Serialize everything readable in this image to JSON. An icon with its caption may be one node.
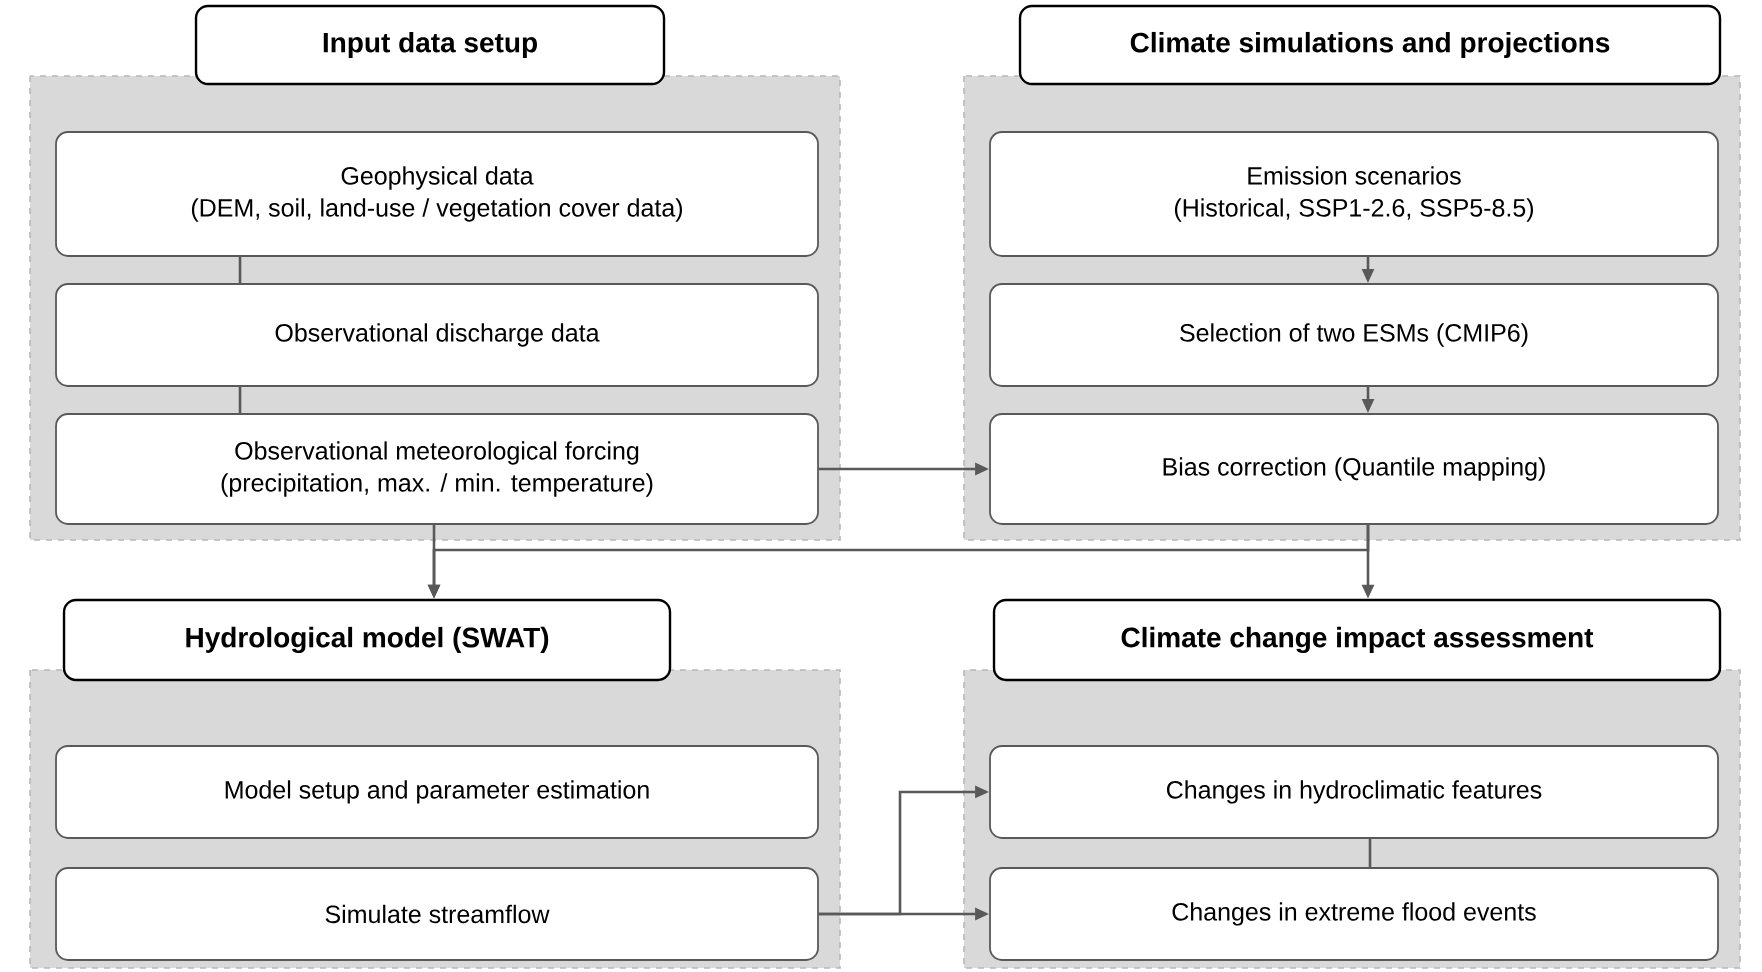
{
  "diagram": {
    "nodes": [
      {
        "text": [
          "Input data setup"
        ]
      },
      {
        "text": [
          "Geophysical data",
          "(DEM, soil, land-use / vegetation cover data)"
        ],
        "in": 0
      },
      {
        "text": [
          "Observational discharge data"
        ],
        "in": 0
      },
      {
        "text": [
          "Observational meteorological forcing",
          "(precipitation, max. / min. temperature)"
        ],
        "in": 0
      },
      {
        "text": [
          "Climate simulations and projections"
        ]
      },
      {
        "text": [
          "Emission scenarios",
          "(Historical, SSP1-2.6, SSP5-8.5)"
        ],
        "in": 4
      },
      {
        "text": [
          "Selection of two ESMs (CMIP6)"
        ],
        "in": 4
      },
      {
        "text": [
          "Bias correction (Quantile mapping)"
        ],
        "in": 4
      },
      {
        "text": [
          "Hydrological model (SWAT)"
        ]
      },
      {
        "text": [
          "Model setup and parameter estimation"
        ],
        "in": 8
      },
      {
        "text": [
          "Simulate streamflow"
        ],
        "in": 8
      },
      {
        "text": [
          "Climate change impact assessment"
        ]
      },
      {
        "text": [
          "Changes in hydroclimatic features"
        ],
        "in": 11
      },
      {
        "text": [
          "Changes in extreme flood events"
        ],
        "in": 11
      }
    ],
    "edges": [
      {
        "from": 1,
        "to": 2,
        "arrow": "none"
      },
      {
        "from": 2,
        "to": 3,
        "arrow": "none"
      },
      {
        "from": 5,
        "to": 6,
        "arrow": "to"
      },
      {
        "from": 6,
        "to": 7,
        "arrow": "to"
      },
      {
        "from": 3,
        "to": 7,
        "arrow": "to"
      },
      {
        "from": 3,
        "to": 8,
        "arrow": "to"
      },
      {
        "from": 7,
        "to": 8,
        "arrow": "to"
      },
      {
        "from": 7,
        "to": 11,
        "arrow": "to"
      },
      {
        "from": 10,
        "to": 12,
        "arrow": "to"
      },
      {
        "from": 10,
        "to": 13,
        "arrow": "to"
      },
      {
        "from": 12,
        "to": 13,
        "arrow": "none"
      }
    ]
  }
}
